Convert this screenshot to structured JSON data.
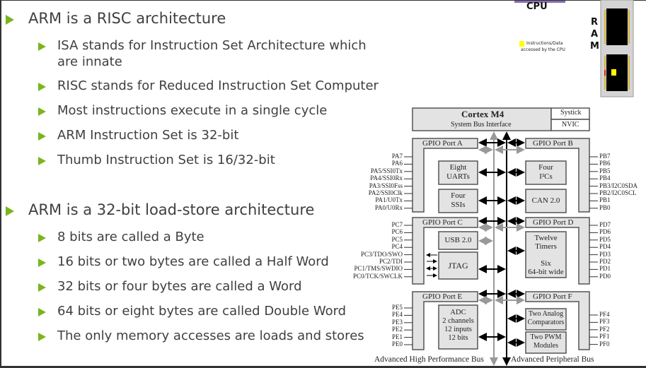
{
  "slide": {
    "sections": [
      {
        "heading": "ARM is a RISC architecture",
        "items": [
          "ISA stands for Instruction Set Architecture which",
          "are innate",
          "RISC stands for Reduced Instruction Set Computer",
          "Most instructions execute in a single cycle",
          "ARM Instruction Set is 32-bit",
          "Thumb Instruction Set is 16/32-bit"
        ]
      },
      {
        "heading": "ARM is a 32-bit load-store architecture",
        "items": [
          "8 bits are called a Byte",
          "16 bits or two bytes are called a Half Word",
          "32 bits or four bytes are called a Word",
          "64 bits or eight bytes are called Double Word",
          "The only memory accesses are loads and stores"
        ]
      }
    ]
  },
  "cpu_ram_graphic": {
    "cpu_label": "CPU",
    "ram_label": [
      "R",
      "A",
      "M"
    ],
    "legend_line1": "Instructions/Data",
    "legend_line2": "accessed by the CPU",
    "legend_color": "#ffff00"
  },
  "diagram": {
    "core_title": "Cortex M4",
    "core_subtitle": "System Bus Interface",
    "systick": "Systick",
    "nvic": "NVIC",
    "ports": {
      "a": {
        "label": "GPIO Port A",
        "pins": [
          "PA7",
          "PA6",
          "PA5/SSI0Tx",
          "PA4/SSI0Rx",
          "PA3/SSI0Fss",
          "PA2/SSI0Clk",
          "PA1/U0Tx",
          "PA0/U0Rx"
        ]
      },
      "b": {
        "label": "GPIO Port B",
        "pins": [
          "PB7",
          "PB6",
          "PB5",
          "PB4",
          "PB3/I2C0SDA",
          "PB2/I2C0SCL",
          "PB1",
          "PB0"
        ]
      },
      "c": {
        "label": "GPIO Port C",
        "pins": [
          "PC7",
          "PC6",
          "PC5",
          "PC4",
          "PC3/TDO/SWO",
          "PC2/TDI",
          "PC1/TMS/SWDIO",
          "PC0/TCK/SWCLK"
        ]
      },
      "d": {
        "label": "GPIO Port D",
        "pins": [
          "PD7",
          "PD6",
          "PD5",
          "PD4",
          "PD3",
          "PD2",
          "PD1",
          "PD0"
        ]
      },
      "e": {
        "label": "GPIO Port E",
        "pins": [
          "PE5",
          "PE4",
          "PE3",
          "PE2",
          "PE1",
          "PE0"
        ]
      },
      "f": {
        "label": "GPIO Port F",
        "pins": [
          "PF4",
          "PF3",
          "PF2",
          "PF1",
          "PF0"
        ]
      }
    },
    "peripherals": {
      "uarts": [
        "Eight",
        "UARTs"
      ],
      "i2cs": [
        "Four",
        "I²Cs"
      ],
      "ssis": [
        "Four",
        "SSIs"
      ],
      "can": "CAN 2.0",
      "usb": "USB 2.0",
      "jtag": "JTAG",
      "timers": [
        "Twelve",
        "Timers",
        "",
        "Six",
        "64-bit wide"
      ],
      "adc": [
        "ADC",
        "2 channels",
        "12 inputs",
        "12 bits"
      ],
      "comparators": [
        "Two Analog",
        "Comparators"
      ],
      "pwm": [
        "Two PWM",
        "Modules"
      ]
    },
    "ahb_label": "Advanced High Performance Bus",
    "apb_label": "Advanced Peripheral Bus"
  }
}
